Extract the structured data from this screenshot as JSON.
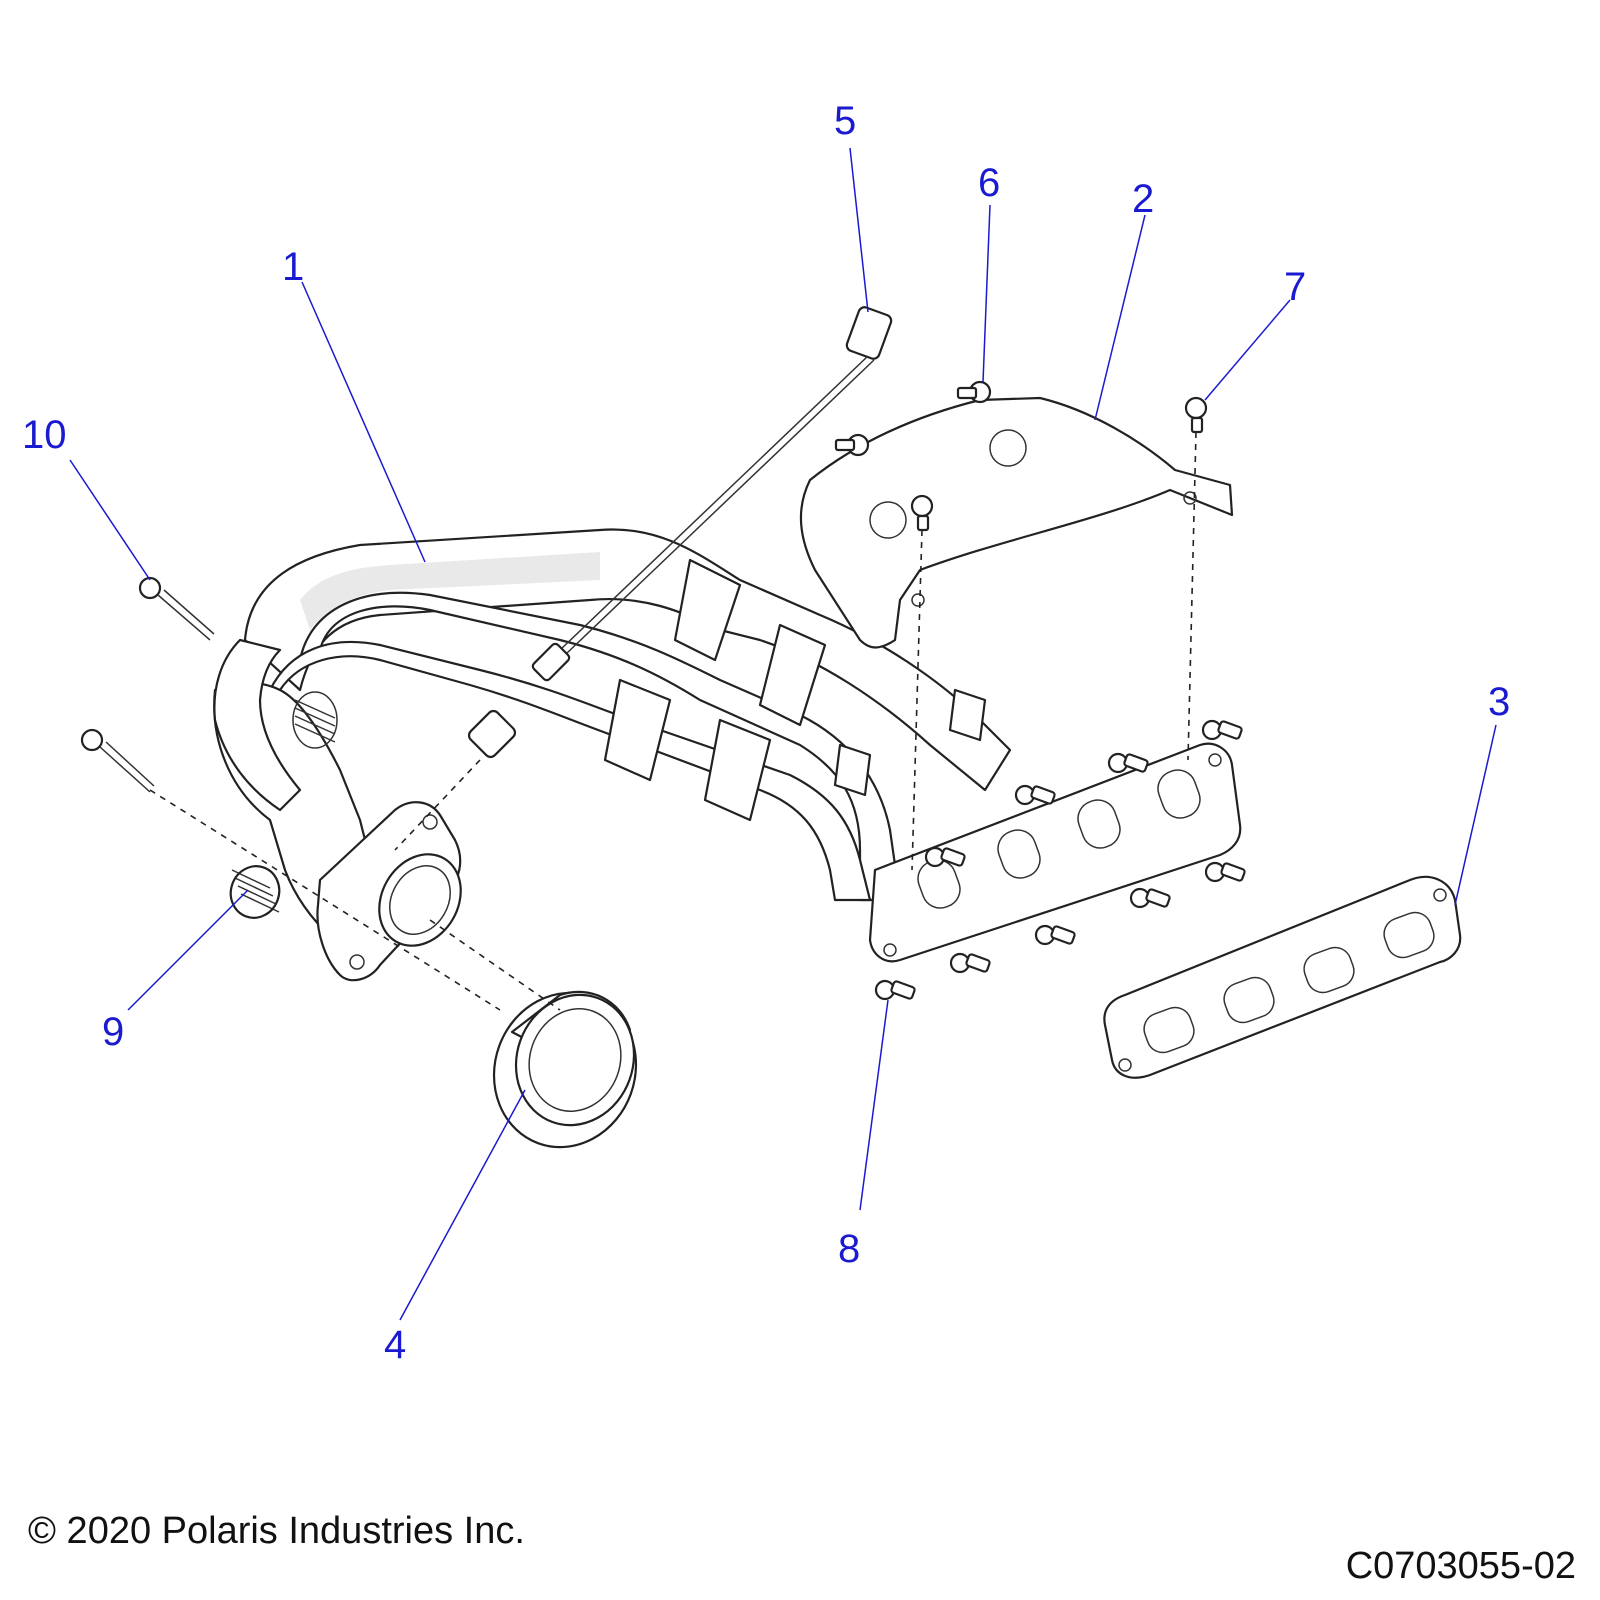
{
  "colors": {
    "callout": "#1a1ad0",
    "linework": "#222222"
  },
  "callouts": [
    {
      "id": "1",
      "label": "1"
    },
    {
      "id": "2",
      "label": "2"
    },
    {
      "id": "3",
      "label": "3"
    },
    {
      "id": "4",
      "label": "4"
    },
    {
      "id": "5",
      "label": "5"
    },
    {
      "id": "6",
      "label": "6"
    },
    {
      "id": "7",
      "label": "7"
    },
    {
      "id": "8",
      "label": "8"
    },
    {
      "id": "9",
      "label": "9"
    },
    {
      "id": "10",
      "label": "10"
    }
  ],
  "footer": {
    "copyright": "© 2020 Polaris Industries Inc.",
    "drawing_number": "C0703055-02"
  }
}
